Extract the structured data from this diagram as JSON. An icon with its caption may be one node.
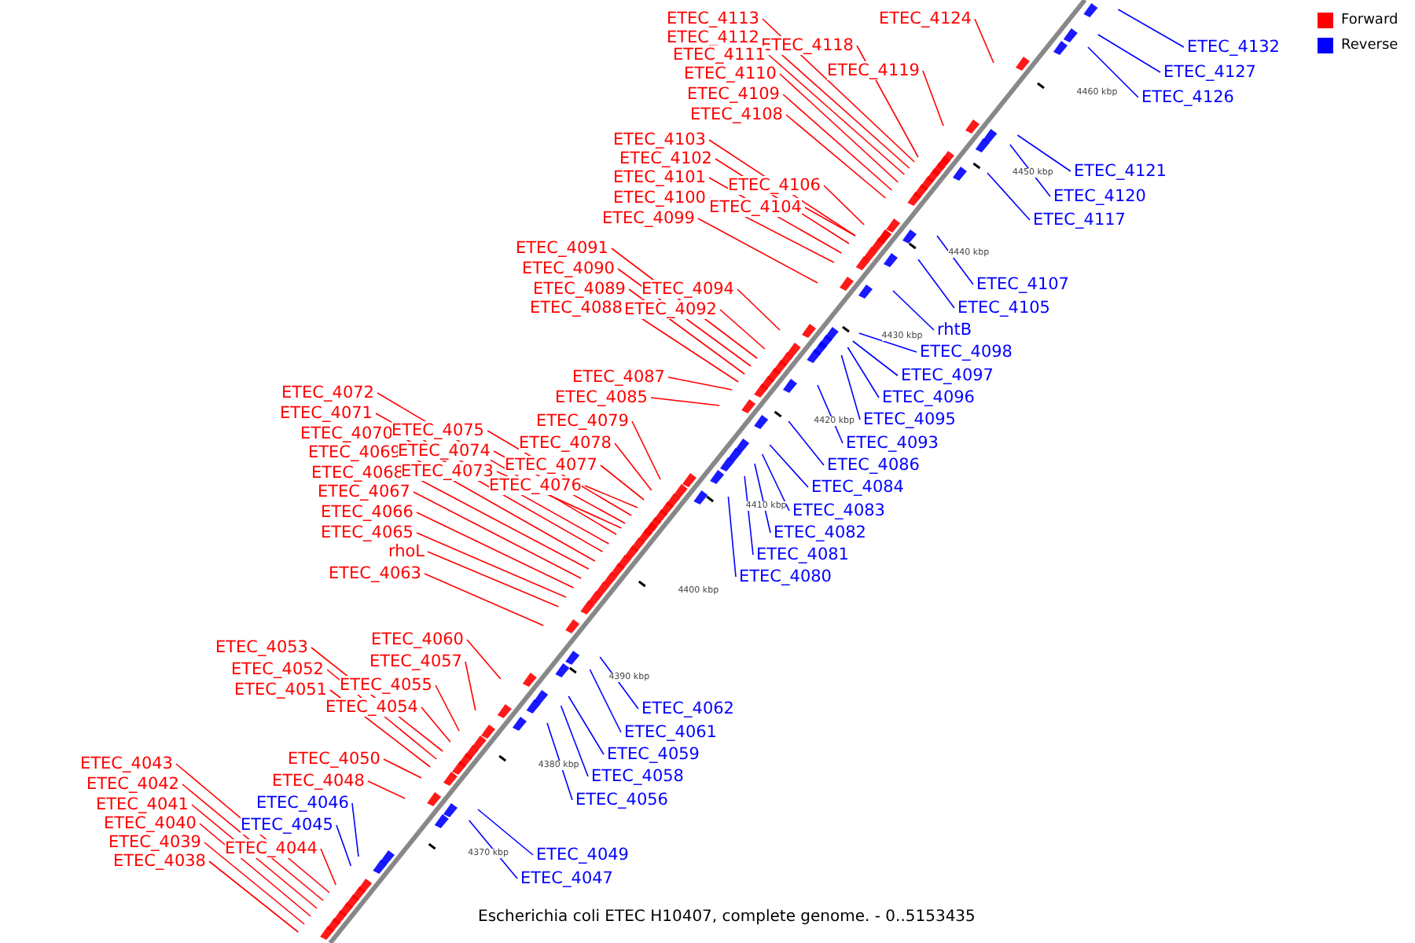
{
  "diagram": {
    "caption": "Escherichia coli ETEC H10407, complete genome. - 0..5153435",
    "nodes": [
      {
        "text": [
          "ETEC_4113"
        ]
      },
      {
        "text": [
          "ETEC_4124"
        ]
      },
      {
        "text": [
          "ETEC_4112"
        ]
      },
      {
        "text": [
          "ETEC_4118"
        ]
      },
      {
        "text": [
          "ETEC_4111"
        ]
      },
      {
        "text": [
          "ETEC_4110"
        ]
      },
      {
        "text": [
          "ETEC_4119"
        ]
      },
      {
        "text": [
          "ETEC_4109"
        ]
      },
      {
        "text": [
          "ETEC_4108"
        ]
      },
      {
        "text": [
          "ETEC_4103"
        ]
      },
      {
        "text": [
          "ETEC_4102"
        ]
      },
      {
        "text": [
          "ETEC_4101"
        ]
      },
      {
        "text": [
          "ETEC_4106"
        ]
      },
      {
        "text": [
          "ETEC_4100"
        ]
      },
      {
        "text": [
          "ETEC_4104"
        ]
      },
      {
        "text": [
          "ETEC_4099"
        ]
      },
      {
        "text": [
          "ETEC_4091"
        ]
      },
      {
        "text": [
          "ETEC_4090"
        ]
      },
      {
        "text": [
          "ETEC_4089"
        ]
      },
      {
        "text": [
          "ETEC_4094"
        ]
      },
      {
        "text": [
          "ETEC_4088"
        ]
      },
      {
        "text": [
          "ETEC_4092"
        ]
      },
      {
        "text": [
          "ETEC_4087"
        ]
      },
      {
        "text": [
          "ETEC_4085"
        ]
      },
      {
        "text": [
          "ETEC_4072"
        ]
      },
      {
        "text": [
          "ETEC_4071"
        ]
      },
      {
        "text": [
          "ETEC_4079"
        ]
      },
      {
        "text": [
          "ETEC_4070"
        ]
      },
      {
        "text": [
          "ETEC_4075"
        ]
      },
      {
        "text": [
          "ETEC_4069"
        ]
      },
      {
        "text": [
          "ETEC_4074"
        ]
      },
      {
        "text": [
          "ETEC_4078"
        ]
      },
      {
        "text": [
          "ETEC_4068"
        ]
      },
      {
        "text": [
          "ETEC_4073"
        ]
      },
      {
        "text": [
          "ETEC_4077"
        ]
      },
      {
        "text": [
          "ETEC_4067"
        ]
      },
      {
        "text": [
          "ETEC_4076"
        ]
      },
      {
        "text": [
          "ETEC_4066"
        ]
      },
      {
        "text": [
          "ETEC_4065"
        ]
      },
      {
        "text": [
          "rhoL"
        ]
      },
      {
        "text": [
          "ETEC_4063"
        ]
      },
      {
        "text": [
          "ETEC_4060"
        ]
      },
      {
        "text": [
          "ETEC_4053"
        ]
      },
      {
        "text": [
          "ETEC_4057"
        ]
      },
      {
        "text": [
          "ETEC_4052"
        ]
      },
      {
        "text": [
          "ETEC_4051"
        ]
      },
      {
        "text": [
          "ETEC_4055"
        ]
      },
      {
        "text": [
          "ETEC_4054"
        ]
      },
      {
        "text": [
          "ETEC_4050"
        ]
      },
      {
        "text": [
          "ETEC_4043"
        ]
      },
      {
        "text": [
          "ETEC_4048"
        ]
      },
      {
        "text": [
          "ETEC_4042"
        ]
      },
      {
        "text": [
          "ETEC_4041"
        ]
      },
      {
        "text": [
          "ETEC_4046"
        ]
      },
      {
        "text": [
          "ETEC_4040"
        ]
      },
      {
        "text": [
          "ETEC_4045"
        ]
      },
      {
        "text": [
          "ETEC_4039"
        ]
      },
      {
        "text": [
          "ETEC_4044"
        ]
      },
      {
        "text": [
          "ETEC_4038"
        ]
      },
      {
        "text": [
          "ETEC_4132"
        ]
      },
      {
        "text": [
          "ETEC_4127"
        ]
      },
      {
        "text": [
          "ETEC_4126"
        ]
      },
      {
        "text": [
          "ETEC_4121"
        ]
      },
      {
        "text": [
          "ETEC_4120"
        ]
      },
      {
        "text": [
          "ETEC_4117"
        ]
      },
      {
        "text": [
          "ETEC_4107"
        ]
      },
      {
        "text": [
          "ETEC_4105"
        ]
      },
      {
        "text": [
          "rhtB"
        ]
      },
      {
        "text": [
          "ETEC_4098"
        ]
      },
      {
        "text": [
          "ETEC_4097"
        ]
      },
      {
        "text": [
          "ETEC_4096"
        ]
      },
      {
        "text": [
          "ETEC_4095"
        ]
      },
      {
        "text": [
          "ETEC_4093"
        ]
      },
      {
        "text": [
          "ETEC_4086"
        ]
      },
      {
        "text": [
          "ETEC_4084"
        ]
      },
      {
        "text": [
          "ETEC_4083"
        ]
      },
      {
        "text": [
          "ETEC_4082"
        ]
      },
      {
        "text": [
          "ETEC_4081"
        ]
      },
      {
        "text": [
          "ETEC_4080"
        ]
      },
      {
        "text": [
          "ETEC_4062"
        ]
      },
      {
        "text": [
          "ETEC_4061"
        ]
      },
      {
        "text": [
          "ETEC_4059"
        ]
      },
      {
        "text": [
          "ETEC_4058"
        ]
      },
      {
        "text": [
          "ETEC_4056"
        ]
      },
      {
        "text": [
          "ETEC_4049"
        ]
      },
      {
        "text": [
          "ETEC_4047"
        ]
      }
    ],
    "edges": [
      {
        "from": 0,
        "to": null,
        "arrow": "none"
      },
      {
        "from": 1,
        "to": null,
        "arrow": "none"
      },
      {
        "from": 2,
        "to": null,
        "arrow": "none"
      },
      {
        "from": 3,
        "to": null,
        "arrow": "none"
      },
      {
        "from": 4,
        "to": null,
        "arrow": "none"
      },
      {
        "from": 5,
        "to": null,
        "arrow": "none"
      },
      {
        "from": 6,
        "to": null,
        "arrow": "none"
      },
      {
        "from": 7,
        "to": null,
        "arrow": "none"
      },
      {
        "from": 8,
        "to": null,
        "arrow": "none"
      },
      {
        "from": 9,
        "to": null,
        "arrow": "none"
      },
      {
        "from": 10,
        "to": null,
        "arrow": "none"
      },
      {
        "from": 11,
        "to": null,
        "arrow": "none"
      },
      {
        "from": 12,
        "to": null,
        "arrow": "none"
      },
      {
        "from": 13,
        "to": null,
        "arrow": "none"
      },
      {
        "from": 14,
        "to": null,
        "arrow": "none"
      },
      {
        "from": 15,
        "to": null,
        "arrow": "none"
      },
      {
        "from": 16,
        "to": null,
        "arrow": "none"
      },
      {
        "from": 17,
        "to": null,
        "arrow": "none"
      },
      {
        "from": 18,
        "to": null,
        "arrow": "none"
      },
      {
        "from": 19,
        "to": null,
        "arrow": "none"
      },
      {
        "from": 20,
        "to": null,
        "arrow": "none"
      },
      {
        "from": 21,
        "to": null,
        "arrow": "none"
      },
      {
        "from": 22,
        "to": null,
        "arrow": "none"
      },
      {
        "from": 23,
        "to": null,
        "arrow": "none"
      },
      {
        "from": 24,
        "to": null,
        "arrow": "none"
      },
      {
        "from": 25,
        "to": null,
        "arrow": "none"
      },
      {
        "from": 26,
        "to": null,
        "arrow": "none"
      },
      {
        "from": 27,
        "to": null,
        "arrow": "none"
      },
      {
        "from": 28,
        "to": null,
        "arrow": "none"
      },
      {
        "from": 29,
        "to": null,
        "arrow": "none"
      },
      {
        "from": 30,
        "to": null,
        "arrow": "none"
      },
      {
        "from": 31,
        "to": null,
        "arrow": "none"
      },
      {
        "from": 32,
        "to": null,
        "arrow": "none"
      },
      {
        "from": 33,
        "to": null,
        "arrow": "none"
      },
      {
        "from": 34,
        "to": null,
        "arrow": "none"
      },
      {
        "from": 35,
        "to": null,
        "arrow": "none"
      },
      {
        "from": 36,
        "to": null,
        "arrow": "none"
      },
      {
        "from": 37,
        "to": null,
        "arrow": "none"
      },
      {
        "from": 38,
        "to": null,
        "arrow": "none"
      },
      {
        "from": 39,
        "to": null,
        "arrow": "none"
      },
      {
        "from": 40,
        "to": null,
        "arrow": "none"
      },
      {
        "from": 41,
        "to": null,
        "arrow": "none"
      },
      {
        "from": 42,
        "to": null,
        "arrow": "none"
      },
      {
        "from": 43,
        "to": null,
        "arrow": "none"
      },
      {
        "from": 44,
        "to": null,
        "arrow": "none"
      },
      {
        "from": 45,
        "to": null,
        "arrow": "none"
      },
      {
        "from": 46,
        "to": null,
        "arrow": "none"
      },
      {
        "from": 47,
        "to": null,
        "arrow": "none"
      },
      {
        "from": 48,
        "to": null,
        "arrow": "none"
      },
      {
        "from": 49,
        "to": null,
        "arrow": "none"
      },
      {
        "from": 50,
        "to": null,
        "arrow": "none"
      },
      {
        "from": 51,
        "to": null,
        "arrow": "none"
      },
      {
        "from": 52,
        "to": null,
        "arrow": "none"
      },
      {
        "from": 53,
        "to": null,
        "arrow": "none",
        "color": "#0000ff"
      },
      {
        "from": 54,
        "to": null,
        "arrow": "none"
      },
      {
        "from": 55,
        "to": null,
        "arrow": "none",
        "color": "#0000ff"
      },
      {
        "from": 56,
        "to": null,
        "arrow": "none"
      },
      {
        "from": 57,
        "to": null,
        "arrow": "none"
      },
      {
        "from": 58,
        "to": null,
        "arrow": "none"
      },
      {
        "from": 59,
        "to": null,
        "arrow": "none",
        "color": "#0000ff"
      },
      {
        "from": 60,
        "to": null,
        "arrow": "none",
        "color": "#0000ff"
      },
      {
        "from": 61,
        "to": null,
        "arrow": "none",
        "color": "#0000ff"
      },
      {
        "from": 62,
        "to": null,
        "arrow": "none",
        "color": "#0000ff"
      },
      {
        "from": 63,
        "to": null,
        "arrow": "none",
        "color": "#0000ff"
      },
      {
        "from": 64,
        "to": null,
        "arrow": "none",
        "color": "#0000ff"
      },
      {
        "from": 65,
        "to": null,
        "arrow": "none",
        "color": "#0000ff"
      },
      {
        "from": 66,
        "to": null,
        "arrow": "none",
        "color": "#0000ff"
      },
      {
        "from": 67,
        "to": null,
        "arrow": "none",
        "color": "#0000ff"
      },
      {
        "from": 68,
        "to": null,
        "arrow": "none",
        "color": "#0000ff"
      },
      {
        "from": 69,
        "to": null,
        "arrow": "none",
        "color": "#0000ff"
      },
      {
        "from": 70,
        "to": null,
        "arrow": "none",
        "color": "#0000ff"
      },
      {
        "from": 71,
        "to": null,
        "arrow": "none",
        "color": "#0000ff"
      },
      {
        "from": 72,
        "to": null,
        "arrow": "none",
        "color": "#0000ff"
      },
      {
        "from": 73,
        "to": null,
        "arrow": "none",
        "color": "#0000ff"
      },
      {
        "from": 74,
        "to": null,
        "arrow": "none",
        "color": "#0000ff"
      },
      {
        "from": 75,
        "to": null,
        "arrow": "none",
        "color": "#0000ff"
      },
      {
        "from": 76,
        "to": null,
        "arrow": "none",
        "color": "#0000ff"
      },
      {
        "from": 77,
        "to": null,
        "arrow": "none",
        "color": "#0000ff"
      },
      {
        "from": 78,
        "to": null,
        "arrow": "none",
        "color": "#0000ff"
      },
      {
        "from": 79,
        "to": null,
        "arrow": "none",
        "color": "#0000ff"
      },
      {
        "from": 80,
        "to": null,
        "arrow": "none",
        "color": "#0000ff"
      },
      {
        "from": 81,
        "to": null,
        "arrow": "none",
        "color": "#0000ff"
      },
      {
        "from": 82,
        "to": null,
        "arrow": "none",
        "color": "#0000ff"
      },
      {
        "from": 83,
        "to": null,
        "arrow": "none",
        "color": "#0000ff"
      },
      {
        "from": 84,
        "to": null,
        "arrow": "none",
        "color": "#0000ff"
      },
      {
        "from": 85,
        "to": null,
        "arrow": "none",
        "color": "#0000ff"
      }
    ],
    "labels": [
      "4460 kbp",
      "4450 kbp",
      "4440 kbp",
      "4430 kbp",
      "4420 kbp",
      "4410 kbp",
      "4400 kbp",
      "4390 kbp",
      "4380 kbp",
      "4370 kbp"
    ],
    "legend": [
      {
        "text": "Forward",
        "color": "#ff0000"
      },
      {
        "text": "Reverse",
        "color": "#0000ff"
      }
    ]
  }
}
